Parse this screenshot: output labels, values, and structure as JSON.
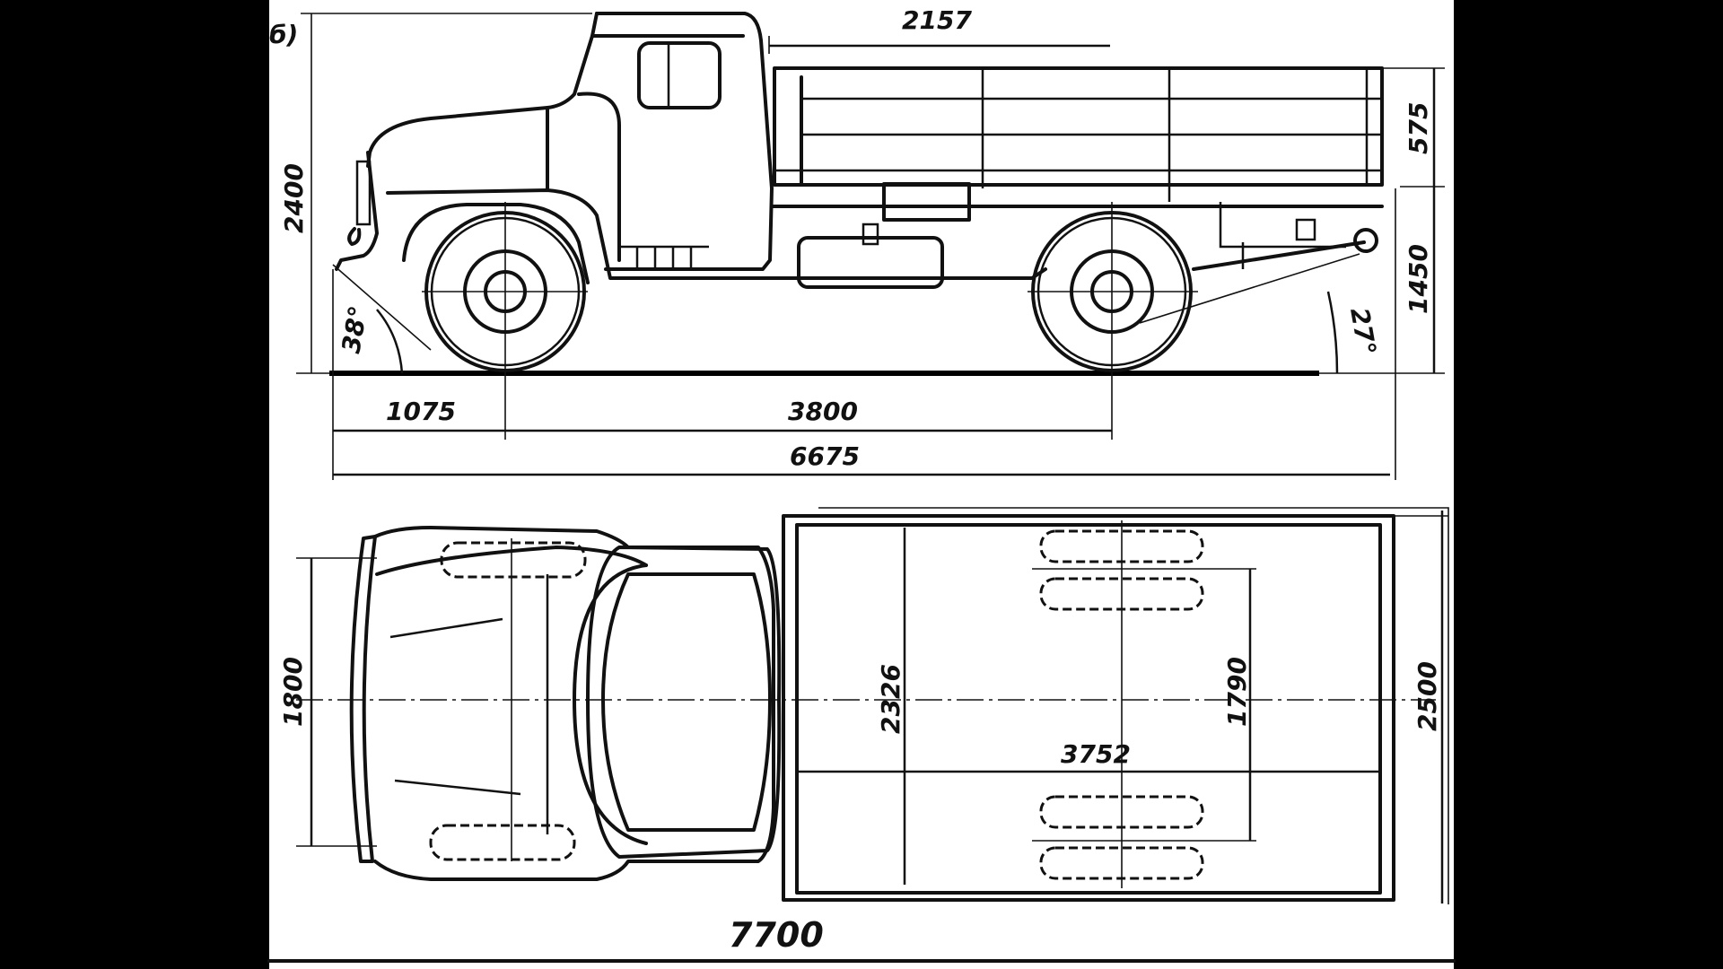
{
  "view_label": "б)",
  "side_view": {
    "overall_height": "2400",
    "cab_to_bed_length": "2157",
    "bed_side_height": "575",
    "platform_height": "1450",
    "approach_angle": "38°",
    "departure_angle": "27°",
    "front_overhang": "1075",
    "wheelbase": "3800",
    "overall_length": "6675"
  },
  "top_view": {
    "front_track": "1800",
    "bed_inner_width": "2326",
    "rear_track": "1790",
    "overall_width": "2500",
    "bed_inner_length": "3752",
    "total_length": "7700"
  }
}
